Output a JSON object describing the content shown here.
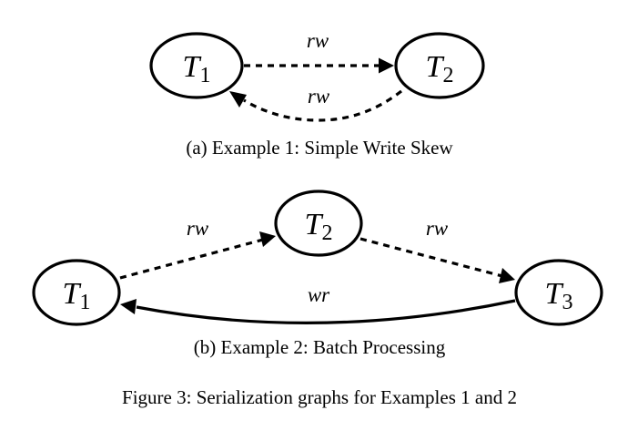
{
  "diagrams": [
    {
      "caption": "(a) Example 1: Simple Write Skew",
      "nodes": [
        {
          "id": "a-t1",
          "name": "T",
          "sub": "1"
        },
        {
          "id": "a-t2",
          "name": "T",
          "sub": "2"
        }
      ],
      "edges": [
        {
          "from": "T1",
          "to": "T2",
          "label": "rw",
          "style": "dashed"
        },
        {
          "from": "T2",
          "to": "T1",
          "label": "rw",
          "style": "dashed"
        }
      ]
    },
    {
      "caption": "(b) Example 2: Batch Processing",
      "nodes": [
        {
          "id": "b-t1",
          "name": "T",
          "sub": "1"
        },
        {
          "id": "b-t2",
          "name": "T",
          "sub": "2"
        },
        {
          "id": "b-t3",
          "name": "T",
          "sub": "3"
        }
      ],
      "edges": [
        {
          "from": "T1",
          "to": "T2",
          "label": "rw",
          "style": "dashed"
        },
        {
          "from": "T2",
          "to": "T3",
          "label": "rw",
          "style": "dashed"
        },
        {
          "from": "T3",
          "to": "T1",
          "label": "wr",
          "style": "solid"
        }
      ]
    }
  ],
  "figure_caption": "Figure 3: Serialization graphs for Examples 1 and 2"
}
